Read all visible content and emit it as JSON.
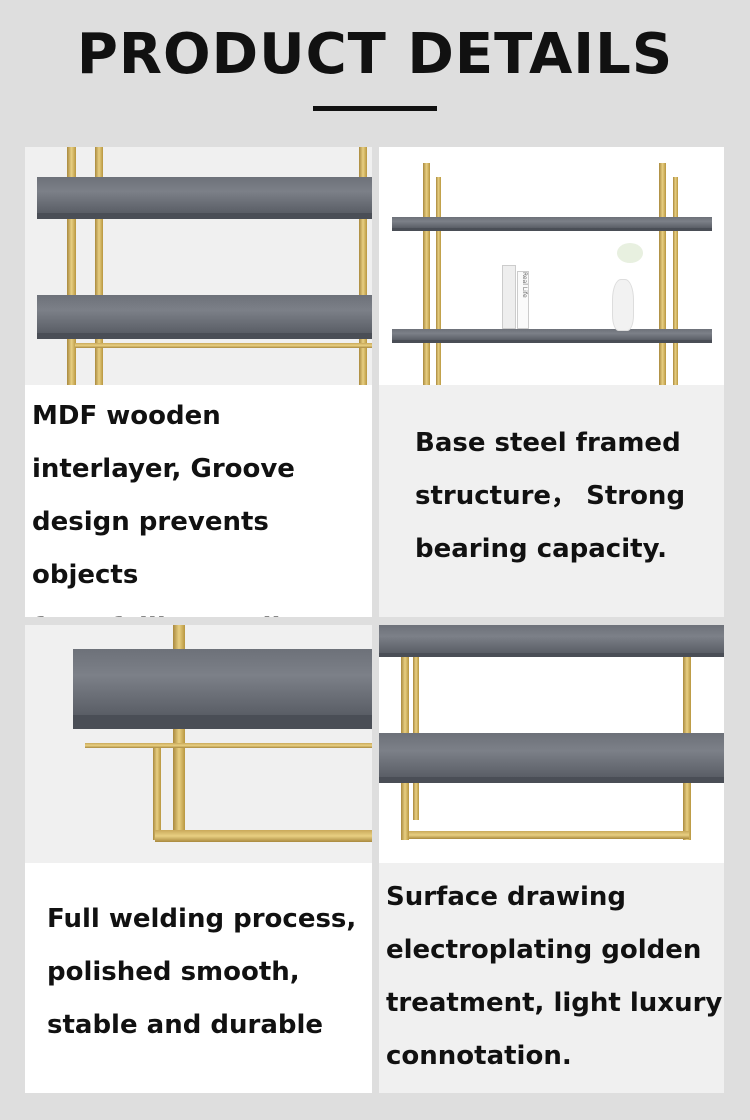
{
  "header": {
    "title": "PRODUCT DETAILS"
  },
  "cards": [
    {
      "text": [
        "MDF wooden",
        "interlayer, Groove",
        "design prevents objects",
        "from falling easily."
      ]
    },
    {
      "text": [
        "Base steel framed",
        "structure， Strong",
        "bearing capacity."
      ],
      "book_label": "Real Life"
    },
    {
      "text": [
        "Full welding process,",
        "polished smooth,",
        "stable and durable"
      ]
    },
    {
      "text": [
        "Surface drawing",
        "electroplating golden",
        "treatment, light luxury",
        "connotation."
      ]
    }
  ],
  "colors": {
    "background": "#dedede",
    "gold": "#d4b66a",
    "shelf": "#707480"
  }
}
